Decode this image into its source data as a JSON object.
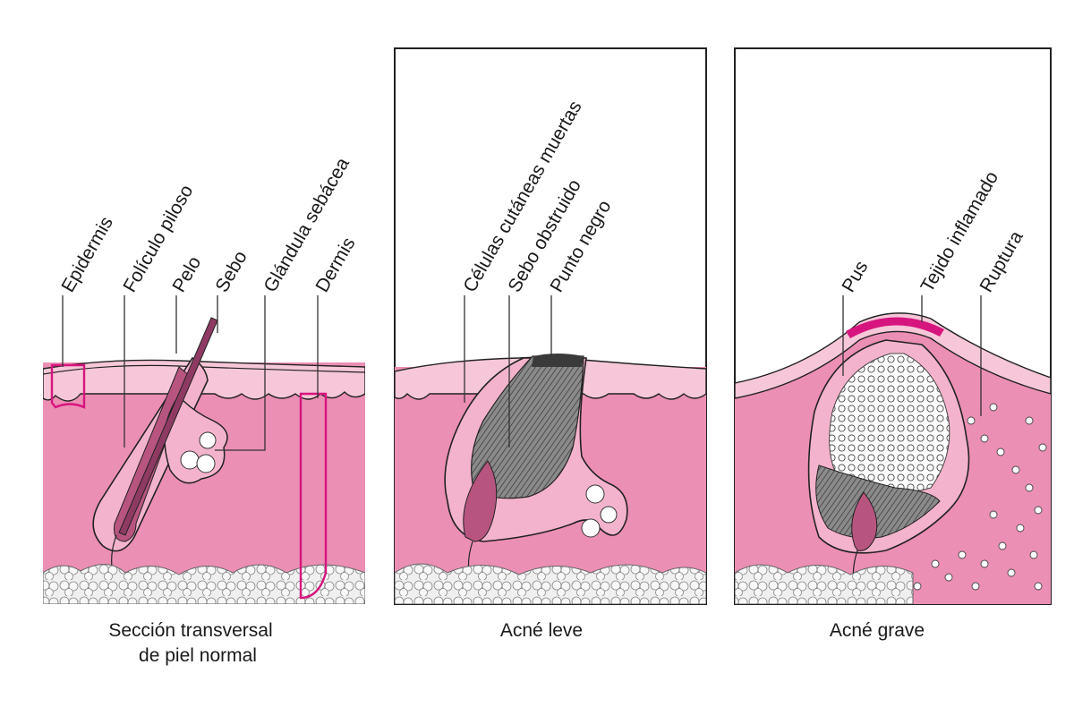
{
  "colors": {
    "dermis": "#ec8fb4",
    "epidermis": "#f6c7d8",
    "follicle": "#f4b3cc",
    "accent": "#d6157f",
    "hair": "#a63f6b",
    "fat": "#e8e8e8",
    "plug": "#7a7a7a",
    "pus": "#f4f4f4"
  },
  "panels": {
    "normal": {
      "caption_line1": "Sección transversal",
      "caption_line2": "de piel normal",
      "labels": {
        "epidermis": "Epidermis",
        "follicle": "Folículo piloso",
        "hair": "Pelo",
        "sebum": "Sebo",
        "gland": "Glándula sebácea",
        "dermis": "Dermis"
      }
    },
    "mild": {
      "caption": "Acné leve",
      "labels": {
        "dead_cells": "Células cutáneas muertas",
        "blocked_sebum": "Sebo obstruido",
        "blackhead": "Punto negro"
      }
    },
    "severe": {
      "caption": "Acné grave",
      "labels": {
        "pus": "Pus",
        "inflamed": "Tejido inflamado",
        "rupture": "Ruptura"
      }
    }
  }
}
